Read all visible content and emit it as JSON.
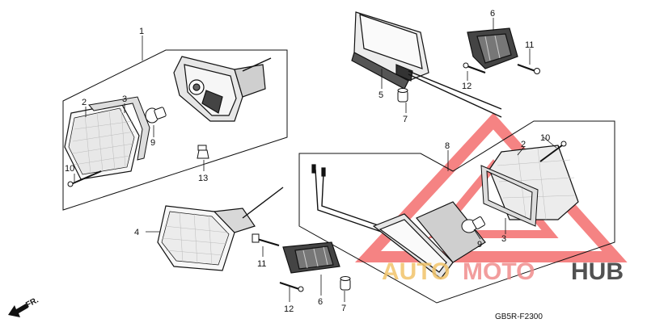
{
  "diagram": {
    "callouts": [
      {
        "id": "c1",
        "label": "1"
      },
      {
        "id": "c2a",
        "label": "2"
      },
      {
        "id": "c3a",
        "label": "3"
      },
      {
        "id": "c9a",
        "label": "9"
      },
      {
        "id": "c10a",
        "label": "10"
      },
      {
        "id": "c13",
        "label": "13"
      },
      {
        "id": "c4",
        "label": "4"
      },
      {
        "id": "c11a",
        "label": "11"
      },
      {
        "id": "c12a",
        "label": "12"
      },
      {
        "id": "c6a",
        "label": "6"
      },
      {
        "id": "c7a",
        "label": "7"
      },
      {
        "id": "c5",
        "label": "5"
      },
      {
        "id": "c7b",
        "label": "7"
      },
      {
        "id": "c6b",
        "label": "6"
      },
      {
        "id": "c11b",
        "label": "11"
      },
      {
        "id": "c12b",
        "label": "12"
      },
      {
        "id": "c8",
        "label": "8"
      },
      {
        "id": "c2b",
        "label": "2"
      },
      {
        "id": "c10b",
        "label": "10"
      },
      {
        "id": "c9b",
        "label": "9"
      },
      {
        "id": "c3b",
        "label": "3"
      }
    ],
    "direction_label": "FR.",
    "diagram_code": "GB5R-F2300"
  },
  "watermark": {
    "part1": "AUTO",
    "part2": "MOTO",
    "part3": "HUB",
    "colors": {
      "auto": "#f2c46a",
      "moto": "#f08c8c",
      "hub": "#333333",
      "triangle": "#f25a5a"
    }
  }
}
